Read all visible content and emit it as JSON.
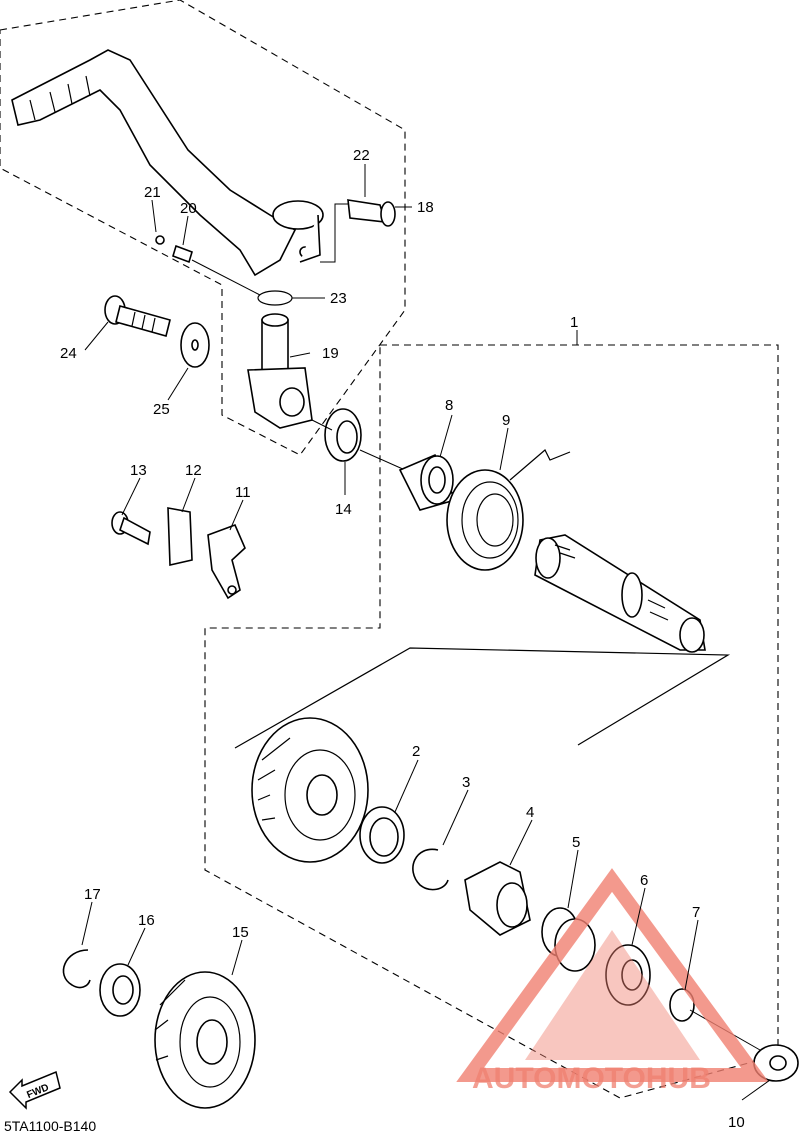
{
  "diagram": {
    "part_labels": [
      "1",
      "2",
      "3",
      "4",
      "5",
      "6",
      "7",
      "8",
      "9",
      "10",
      "11",
      "12",
      "13",
      "14",
      "15",
      "16",
      "17",
      "18",
      "19",
      "20",
      "21",
      "22",
      "23",
      "24",
      "25"
    ],
    "fwd_badge": "FWD",
    "drawing_code": "5TA1100-B140",
    "watermark": "AUTOMOTOHUB",
    "colors": {
      "line": "#000000",
      "background": "#ffffff",
      "watermark_main": "#f08070",
      "watermark_alt": "#9a9a9a"
    }
  }
}
